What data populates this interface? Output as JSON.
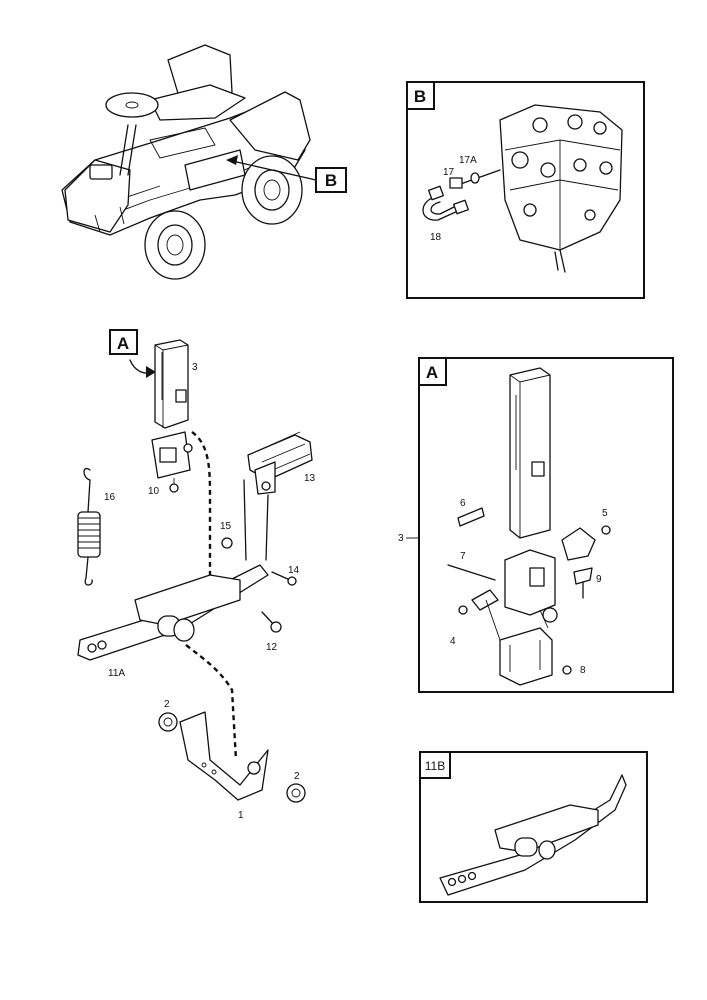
{
  "callouts": {
    "a": "A",
    "b": "B",
    "inset_11b": "11B"
  },
  "labels": {
    "p1": "1",
    "p2a": "2",
    "p2b": "2",
    "p3": "3",
    "p3a": "3",
    "p4": "4",
    "p5": "5",
    "p6": "6",
    "p7": "7",
    "p8": "8",
    "p9": "9",
    "p10": "10",
    "p11a": "11A",
    "p12": "12",
    "p13": "13",
    "p14": "14",
    "p15": "15",
    "p16": "16",
    "p17": "17",
    "p17a": "17A",
    "p18": "18"
  }
}
